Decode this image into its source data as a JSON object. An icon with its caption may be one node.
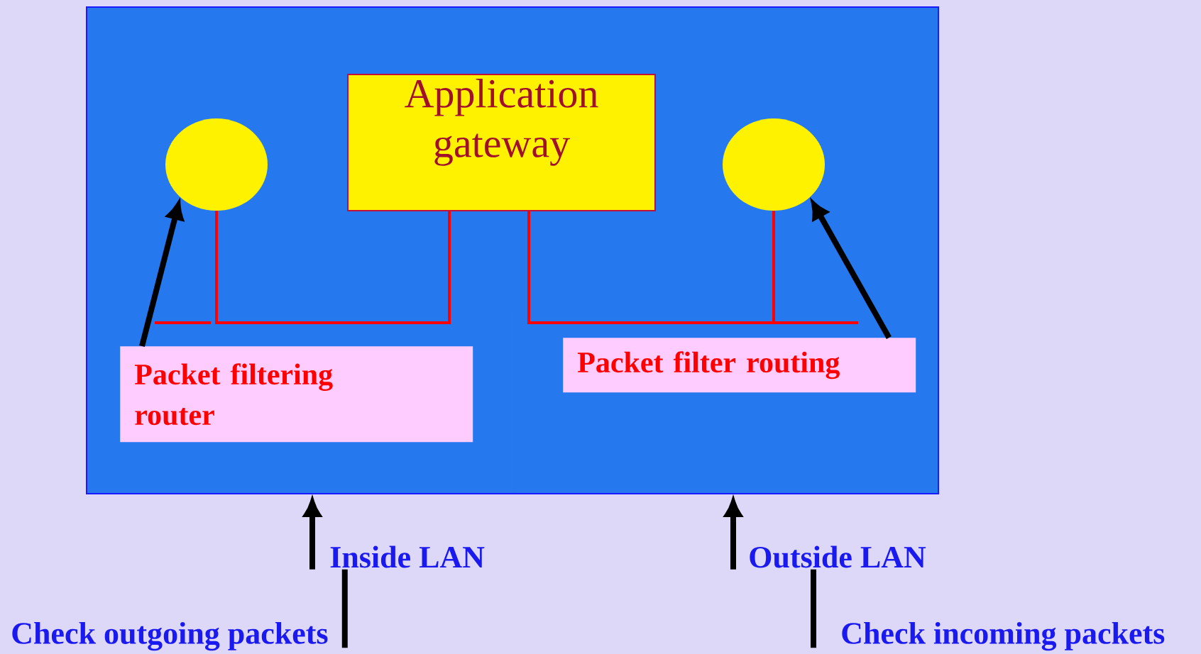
{
  "diagram": {
    "nodes": [
      {
        "text": [],
        "shape": "box"
      },
      {
        "text": [],
        "shape": "circle",
        "in": 0
      },
      {
        "text": [
          "Application gateway"
        ],
        "in": 0
      },
      {
        "text": [],
        "shape": "circle",
        "in": 0
      },
      {
        "text": [
          "Packet filtering router"
        ],
        "in": 0
      },
      {
        "text": [
          "Packet filter routing"
        ],
        "in": 0
      },
      {
        "text": [
          "Inside LAN"
        ]
      },
      {
        "text": [
          "Outside LAN"
        ]
      },
      {
        "text": [
          "Check outgoing packets"
        ]
      },
      {
        "text": [
          "Check incoming packets"
        ]
      }
    ],
    "edges": [
      {
        "from": 1,
        "to": 2,
        "arrow": "none",
        "color": "#ff0000"
      },
      {
        "from": 2,
        "to": 3,
        "arrow": "none",
        "color": "#ff0000"
      },
      {
        "from": 4,
        "to": 1,
        "arrow": "to"
      },
      {
        "from": 5,
        "to": 3,
        "arrow": "to"
      },
      {
        "from": 6,
        "to": 0,
        "arrow": "to"
      },
      {
        "from": 7,
        "to": 0,
        "arrow": "to"
      },
      {
        "from": 8,
        "to": 6,
        "arrow": "none"
      },
      {
        "from": 9,
        "to": 7,
        "arrow": "none"
      }
    ]
  }
}
